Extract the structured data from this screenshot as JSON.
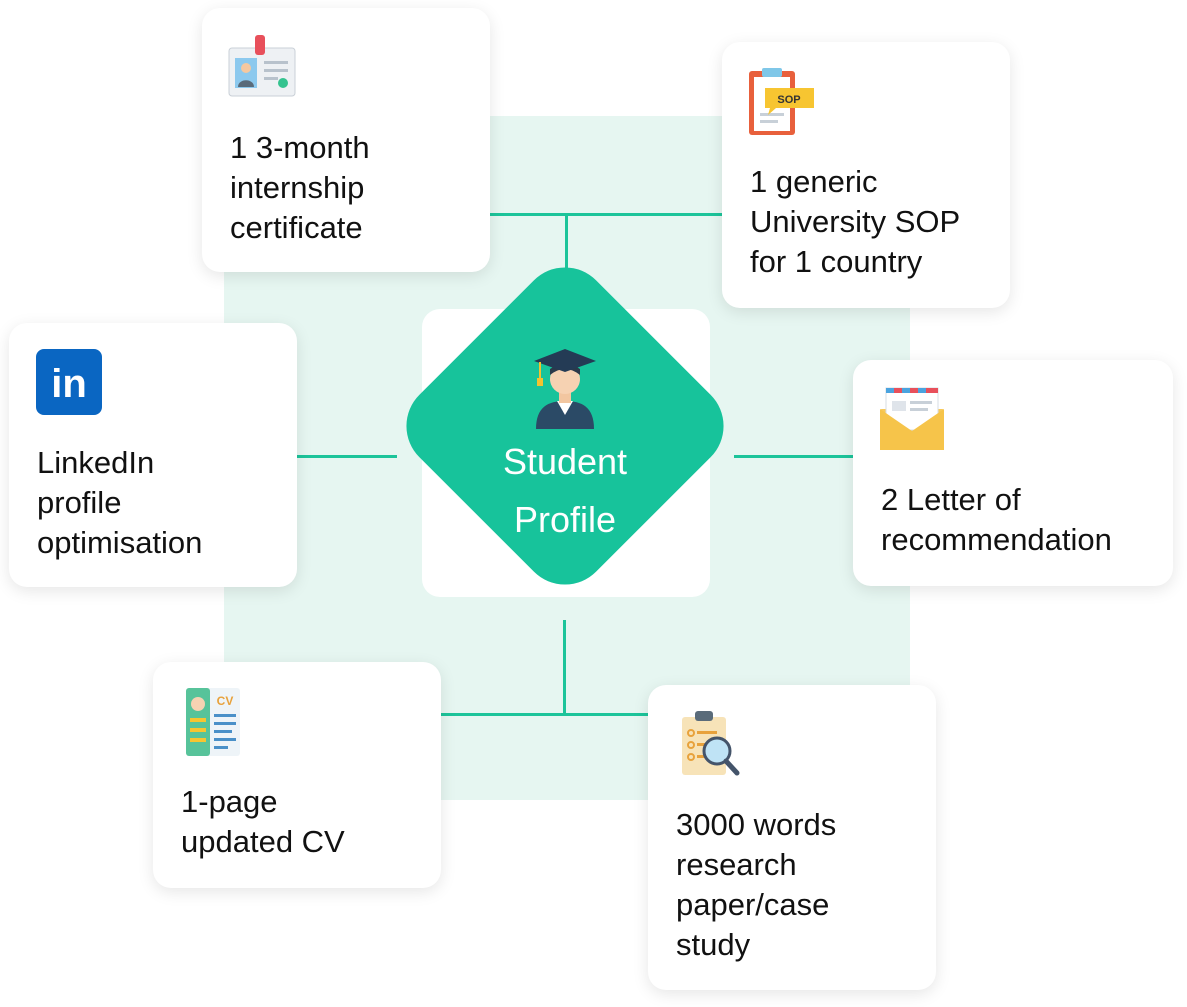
{
  "center": {
    "label_line1": "Student",
    "label_line2": "Profile"
  },
  "cards": {
    "internship": {
      "label": "1 3-month\ninternship\ncertificate",
      "icon": "id-card-icon"
    },
    "sop": {
      "label": "1 generic\nUniversity SOP\nfor 1 country",
      "icon": "sop-clipboard-icon",
      "icon_text": "SOP"
    },
    "linkedin": {
      "label": "LinkedIn\nprofile\noptimisation",
      "icon": "linkedin-icon",
      "icon_text": "in"
    },
    "lor": {
      "label": "2 Letter of\nrecommendation",
      "icon": "envelope-icon"
    },
    "cv": {
      "label": "1-page\nupdated CV",
      "icon": "cv-document-icon",
      "icon_text": "CV"
    },
    "research": {
      "label": "3000 words\nresearch\npaper/case\nstudy",
      "icon": "clipboard-magnifier-icon"
    }
  },
  "colors": {
    "accent": "#17c39b",
    "background_tint": "#e6f6f1",
    "linkedin_blue": "#0a66c2"
  }
}
